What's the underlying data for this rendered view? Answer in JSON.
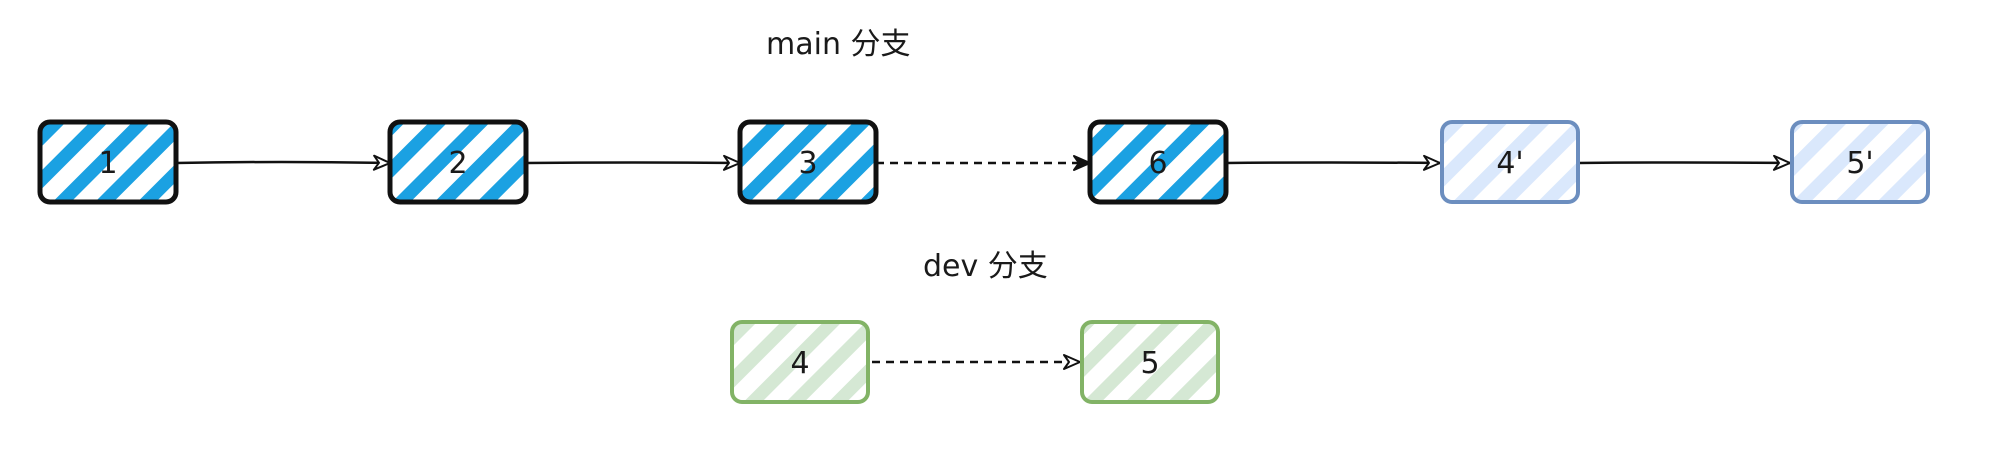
{
  "diagram": {
    "labels": {
      "main": "main 分支",
      "dev": "dev 分支"
    },
    "nodes": {
      "n1": "1",
      "n2": "2",
      "n3": "3",
      "n6": "6",
      "n4p": "4'",
      "n5p": "5'",
      "n4": "4",
      "n5": "5"
    },
    "colors": {
      "main_fill": "#1ba1e2",
      "main_stroke": "#111111",
      "rebased_fill": "#dae8fc",
      "rebased_stroke": "#6c8ebf",
      "dev_fill": "#d5e8d4",
      "dev_stroke": "#82b366",
      "arrow": "#111111"
    }
  }
}
